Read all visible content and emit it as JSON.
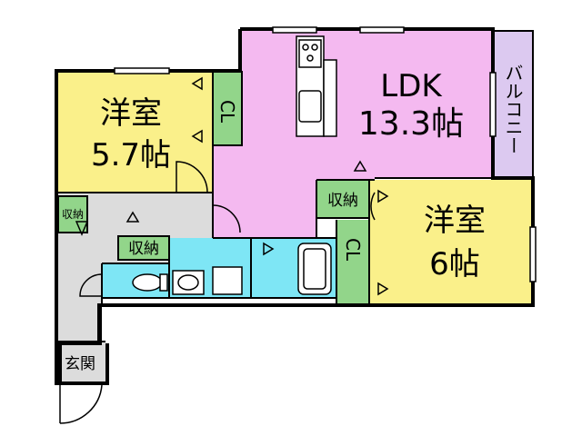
{
  "floor_plan": {
    "colors": {
      "ldk": "#F4B9F0",
      "western_room": "#FAF08A",
      "storage": "#92D58A",
      "wet_area": "#7EE6F5",
      "hall": "#DCDCDC",
      "balcony": "#DCC9F0",
      "walls": "#000000"
    },
    "rooms": {
      "ldk": {
        "name": "LDK",
        "size": "13.3帖"
      },
      "western_room_1": {
        "name": "洋室",
        "size": "5.7帖"
      },
      "western_room_2": {
        "name": "洋室",
        "size": "6帖"
      },
      "balcony": {
        "name": "バルコニー"
      },
      "entrance": {
        "name": "玄関"
      }
    },
    "labels": {
      "closet_1": "CL",
      "closet_2": "CL",
      "storage_hall": "収納",
      "storage_ldk": "収納",
      "storage_wash": "収納"
    },
    "icons": [
      "kitchen-stove-icon",
      "kitchen-sink-icon",
      "bathtub-icon",
      "toilet-icon",
      "washbasin-icon",
      "washing-machine-pan-icon"
    ]
  }
}
